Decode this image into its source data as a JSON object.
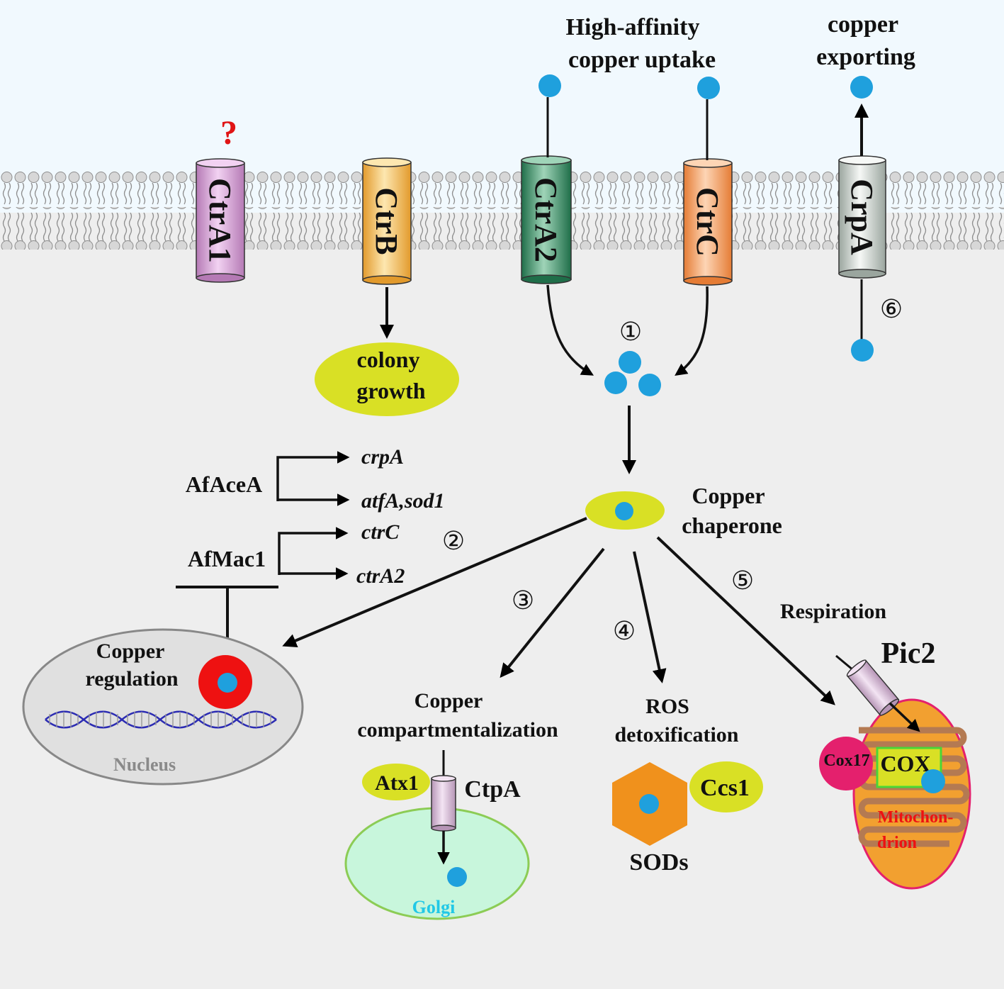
{
  "colors": {
    "extracellular": "#f1f9fe",
    "cytoplasm": "#eeeeee",
    "copper_ion": "#1fa0dd",
    "chaperone": "#d9e025",
    "ctrA1": "#e8b6e8",
    "ctrB": "#f6bf5b",
    "ctrA2": "#3e9a6d",
    "ctrC": "#f6a56c",
    "crpA": "#dfe5e1",
    "nucleus": "#e0e0e0",
    "nucleus_protein": "#ee1111",
    "golgi": "#c8f6dc",
    "sod": "#f0911c",
    "mitochondrion": "#f2a030",
    "cox17": "#e4206d",
    "mito_text": "#ee1111",
    "golgi_text": "#21c8e6",
    "question": "#e01515"
  },
  "transporters": {
    "ctrA1": "CtrA1",
    "ctrB": "CtrB",
    "ctrA2": "CtrA2",
    "ctrC": "CtrC",
    "crpA": "CrpA",
    "ctrA1_mark": "?"
  },
  "labels": {
    "uptake_line1": "High-affinity",
    "uptake_line2": "copper uptake",
    "export_line1": "copper",
    "export_line2": "exporting",
    "colony_line1": "colony",
    "colony_line2": "growth",
    "chaperone_line1": "Copper",
    "chaperone_line2": "chaperone",
    "afacea": "AfAceA",
    "crpA_gene": "crpA",
    "atfA_gene": "atfA,sod1",
    "afmac1": "AfMac1",
    "ctrC_gene": "ctrC",
    "ctrA2_gene": "ctrA2",
    "regulation_line1": "Copper",
    "regulation_line2": "regulation",
    "nucleus": "Nucleus",
    "compart_line1": "Copper",
    "compart_line2": "compartmentalization",
    "atx1": "Atx1",
    "ctpA": "CtpA",
    "golgi": "Golgi",
    "ros_line1": "ROS",
    "ros_line2": "detoxification",
    "sods": "SODs",
    "ccs1": "Ccs1",
    "respiration": "Respiration",
    "pic2": "Pic2",
    "cox17": "Cox17",
    "cox": "COX",
    "mito_line1": "Mitochon-",
    "mito_line2": "drion"
  },
  "steps": {
    "s1": "①",
    "s2": "②",
    "s3": "③",
    "s4": "④",
    "s5": "⑤",
    "s6": "⑥"
  }
}
